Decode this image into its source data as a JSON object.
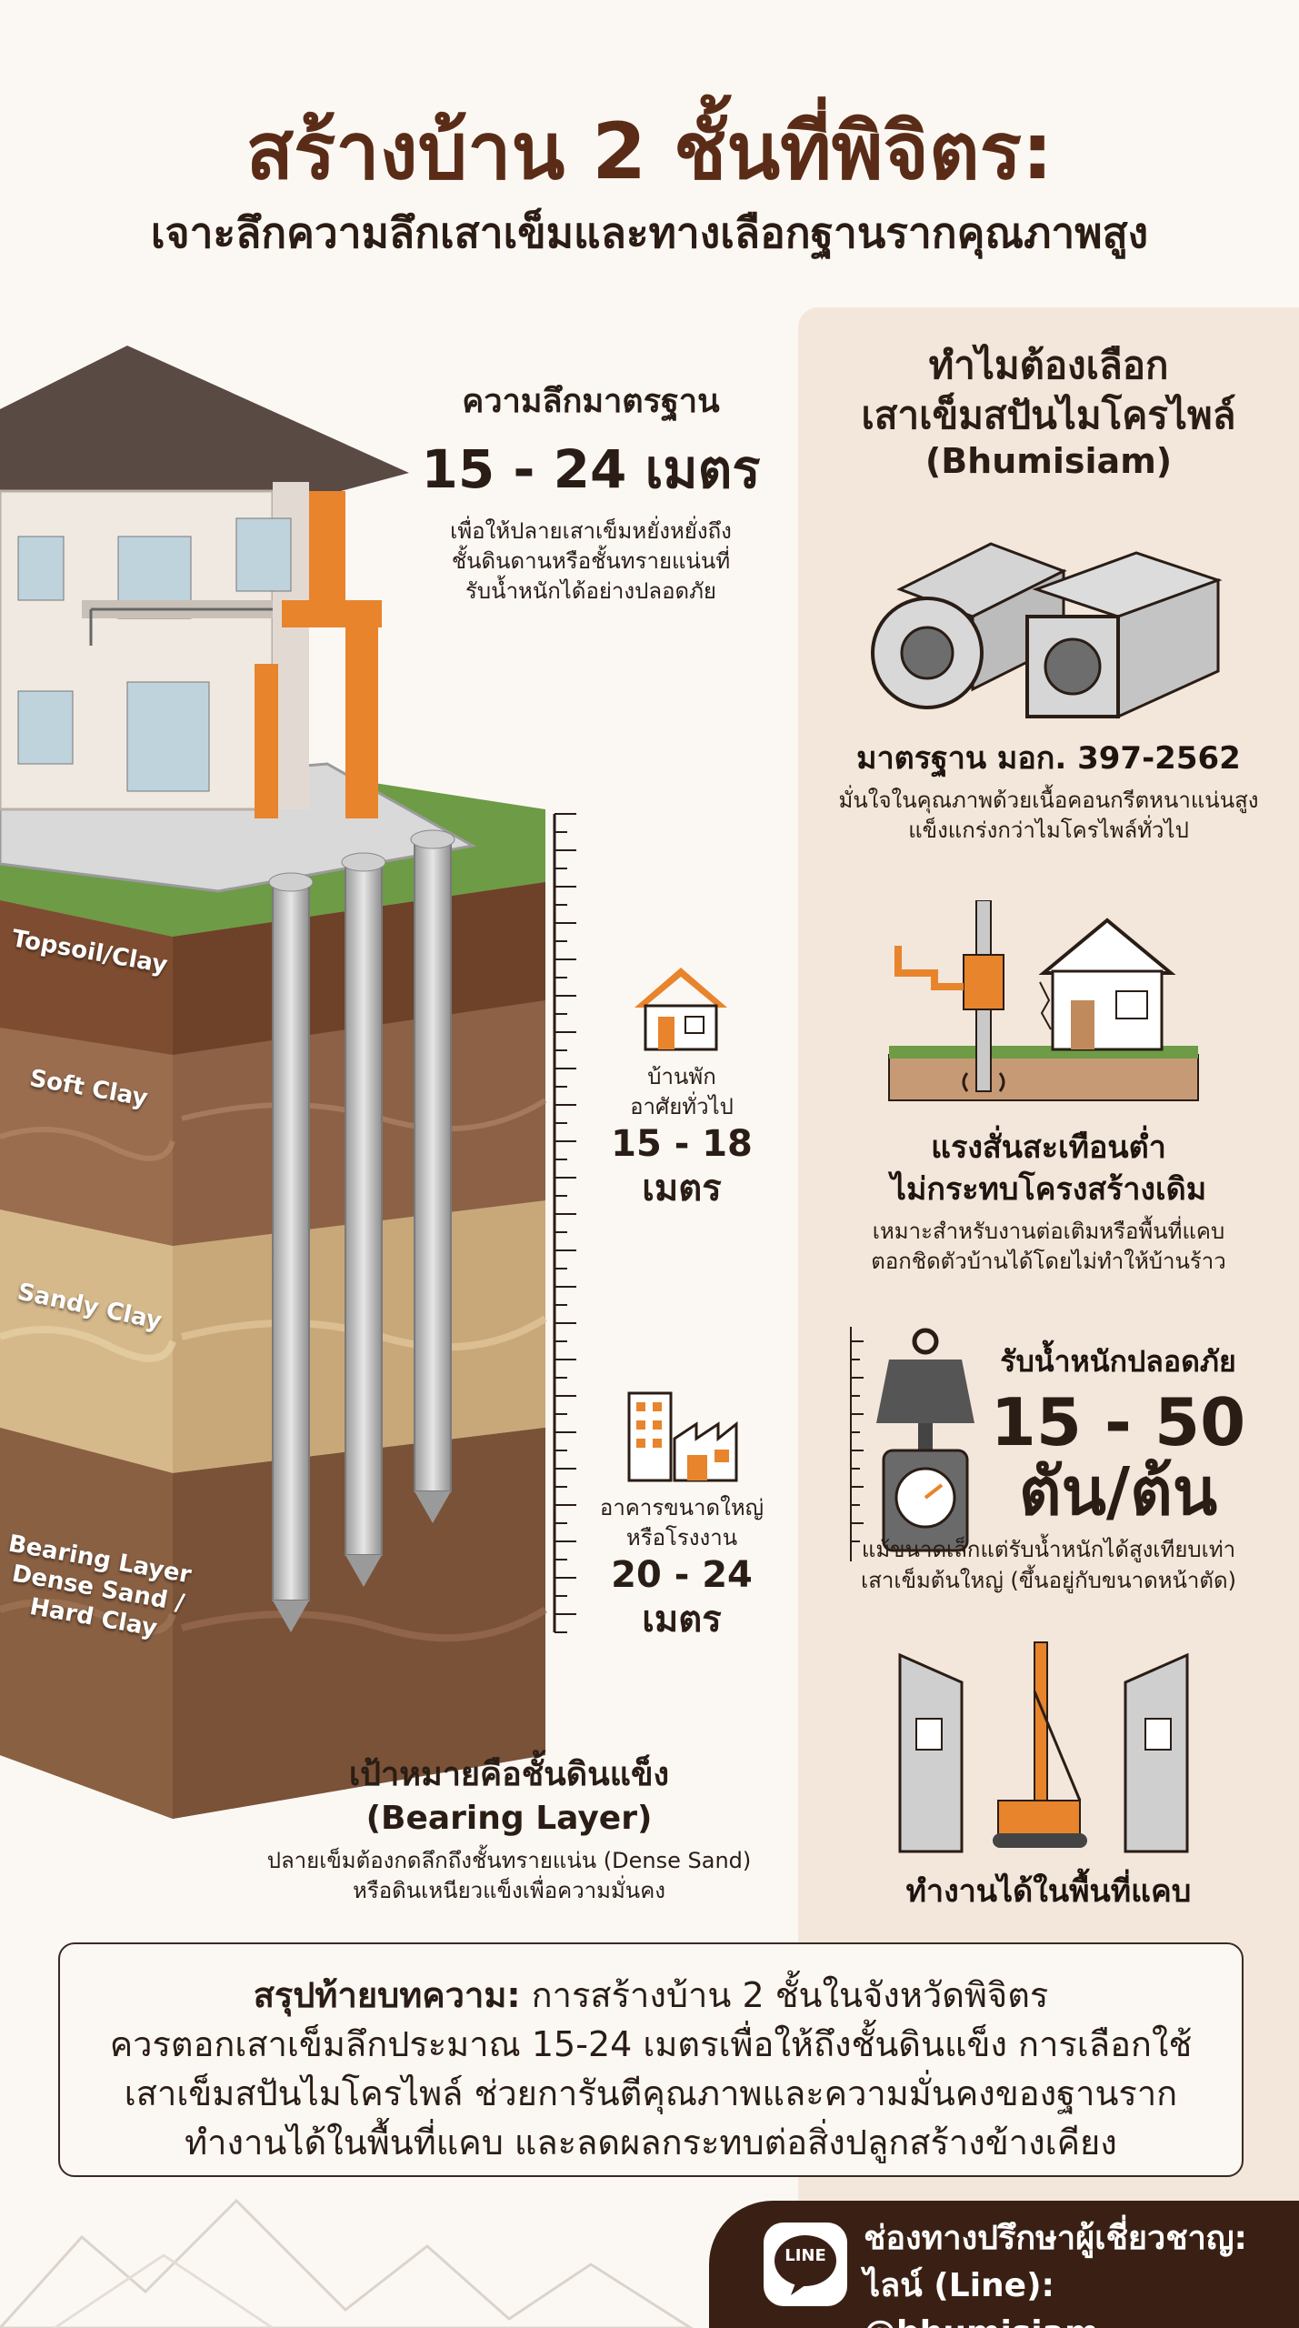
{
  "header": {
    "title": "สร้างบ้าน 2 ชั้นที่พิจิตร:",
    "subtitle": "เจาะลึกความลึกเสาเข็มและทางเลือกฐานรากคุณภาพสูง"
  },
  "standard_depth": {
    "label": "ความลึกมาตรฐาน",
    "value": "15 - 24 เมตร",
    "note_lines": [
      "เพื่อให้ปลายเสาเข็มหยั่งหยั่งถึง",
      "ชั้นดินดานหรือชั้นทรายแน่นที่",
      "รับน้ำหนักได้อย่างปลอดภัย"
    ]
  },
  "soil_layers": [
    "Topsoil/Clay",
    "Soft Clay",
    "Sandy Clay",
    "Bearing Layer",
    "Dense Sand /",
    "Hard Clay"
  ],
  "residential": {
    "label_lines": [
      "บ้านพัก",
      "อาศัยทั่วไป"
    ],
    "value_lines": [
      "15 - 18",
      "เมตร"
    ]
  },
  "large_building": {
    "label_lines": [
      "อาคารขนาดใหญ่",
      "หรือโรงงาน"
    ],
    "value_lines": [
      "20 - 24",
      "เมตร"
    ]
  },
  "bearing_target": {
    "title": "เป้าหมายคือชั้นดินแข็ง",
    "title2": "(Bearing Layer)",
    "note_lines": [
      "ปลายเข็มต้องกดลึกถึงชั้นทรายแน่น (Dense Sand)",
      "หรือดินเหนียวแข็งเพื่อความมั่นคง"
    ]
  },
  "why": {
    "title_lines": [
      "ทำไมต้องเลือก",
      "เสาเข็มสปันไมโครไพล์"
    ],
    "brand": "(Bhumisiam)"
  },
  "features": {
    "standard": {
      "title": "มาตรฐาน มอก. 397-2562",
      "text_lines": [
        "มั่นใจในคุณภาพด้วยเนื้อคอนกรีตหนาแน่นสูง",
        "แข็งแกร่งกว่าไมโครไพล์ทั่วไป"
      ]
    },
    "vibration": {
      "title_lines": [
        "แรงสั่นสะเทือนต่ำ",
        "ไม่กระทบโครงสร้างเดิม"
      ],
      "text_lines": [
        "เหมาะสำหรับงานต่อเติมหรือพื้นที่แคบ",
        "ตอกชิดตัวบ้านได้โดยไม่ทำให้บ้านร้าว"
      ]
    },
    "load": {
      "title": "รับน้ำหนักปลอดภัย",
      "value_lines": [
        "15 - 50",
        "ตัน/ต้น"
      ],
      "text_lines": [
        "แม้ขนาดเล็กแต่รับน้ำหนักได้สูงเทียบเท่า",
        "เสาเข็มต้นใหญ่ (ขึ้นอยู่กับขนาดหน้าตัด)"
      ]
    },
    "narrow": {
      "title": "ทำงานได้ในพื้นที่แคบ"
    }
  },
  "summary": {
    "bold": "สรุปท้ายบทความ:",
    "line1": " การสร้างบ้าน 2 ชั้นในจังหวัดพิจิตร",
    "line2": "ควรตอกเสาเข็มลึกประมาณ 15-24 เมตรเพื่อให้ถึงชั้นดินแข็ง การเลือกใช้",
    "line3": "เสาเข็มสปันไมโครไพล์  ช่วยการันตีคุณภาพและความมั่นคงของฐานราก",
    "line4": "ทำงานได้ในพื้นที่แคบ และลดผลกระทบต่อสิ่งปลูกสร้างข้างเคียง"
  },
  "footer": {
    "line_logo": "LINE",
    "line1": "ช่องทางปรึกษาผู้เชี่ยวชาญ:",
    "line2": "ไลน์ (Line): @bhumisiam"
  },
  "colors": {
    "title_brown": "#5a2c17",
    "accent_orange": "#e8842c",
    "panel_bg": "#f3e7dc",
    "footer_bg": "#3a2014"
  }
}
